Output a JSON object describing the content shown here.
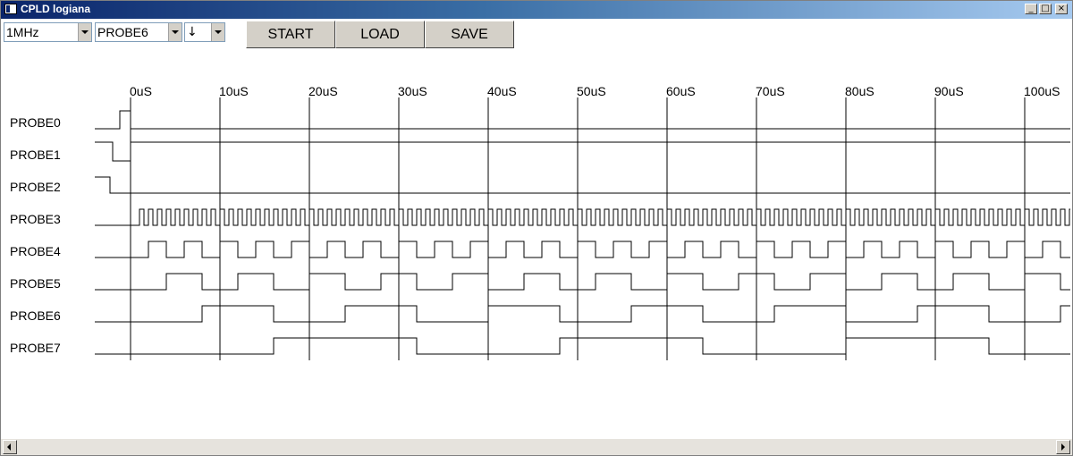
{
  "window": {
    "title": "CPLD logiana"
  },
  "titlebar_buttons": {
    "minimize": "_",
    "maximize": "□",
    "close": "×"
  },
  "toolbar": {
    "sample_rate": "1MHz",
    "trigger_probe": "PROBE6",
    "trigger_edge": "↓",
    "start_label": "START",
    "load_label": "LOAD",
    "save_label": "SAVE"
  },
  "timeline": {
    "labels": [
      "0uS",
      "10uS",
      "20uS",
      "30uS",
      "40uS",
      "50uS",
      "60uS",
      "70uS",
      "80uS",
      "90uS",
      "100uS"
    ]
  },
  "probes": [
    {
      "name": "PROBE0"
    },
    {
      "name": "PROBE1"
    },
    {
      "name": "PROBE2"
    },
    {
      "name": "PROBE3"
    },
    {
      "name": "PROBE4"
    },
    {
      "name": "PROBE5"
    },
    {
      "name": "PROBE6"
    },
    {
      "name": "PROBE7"
    }
  ],
  "colors": {
    "trace": "#000000",
    "background": "#ffffff"
  }
}
